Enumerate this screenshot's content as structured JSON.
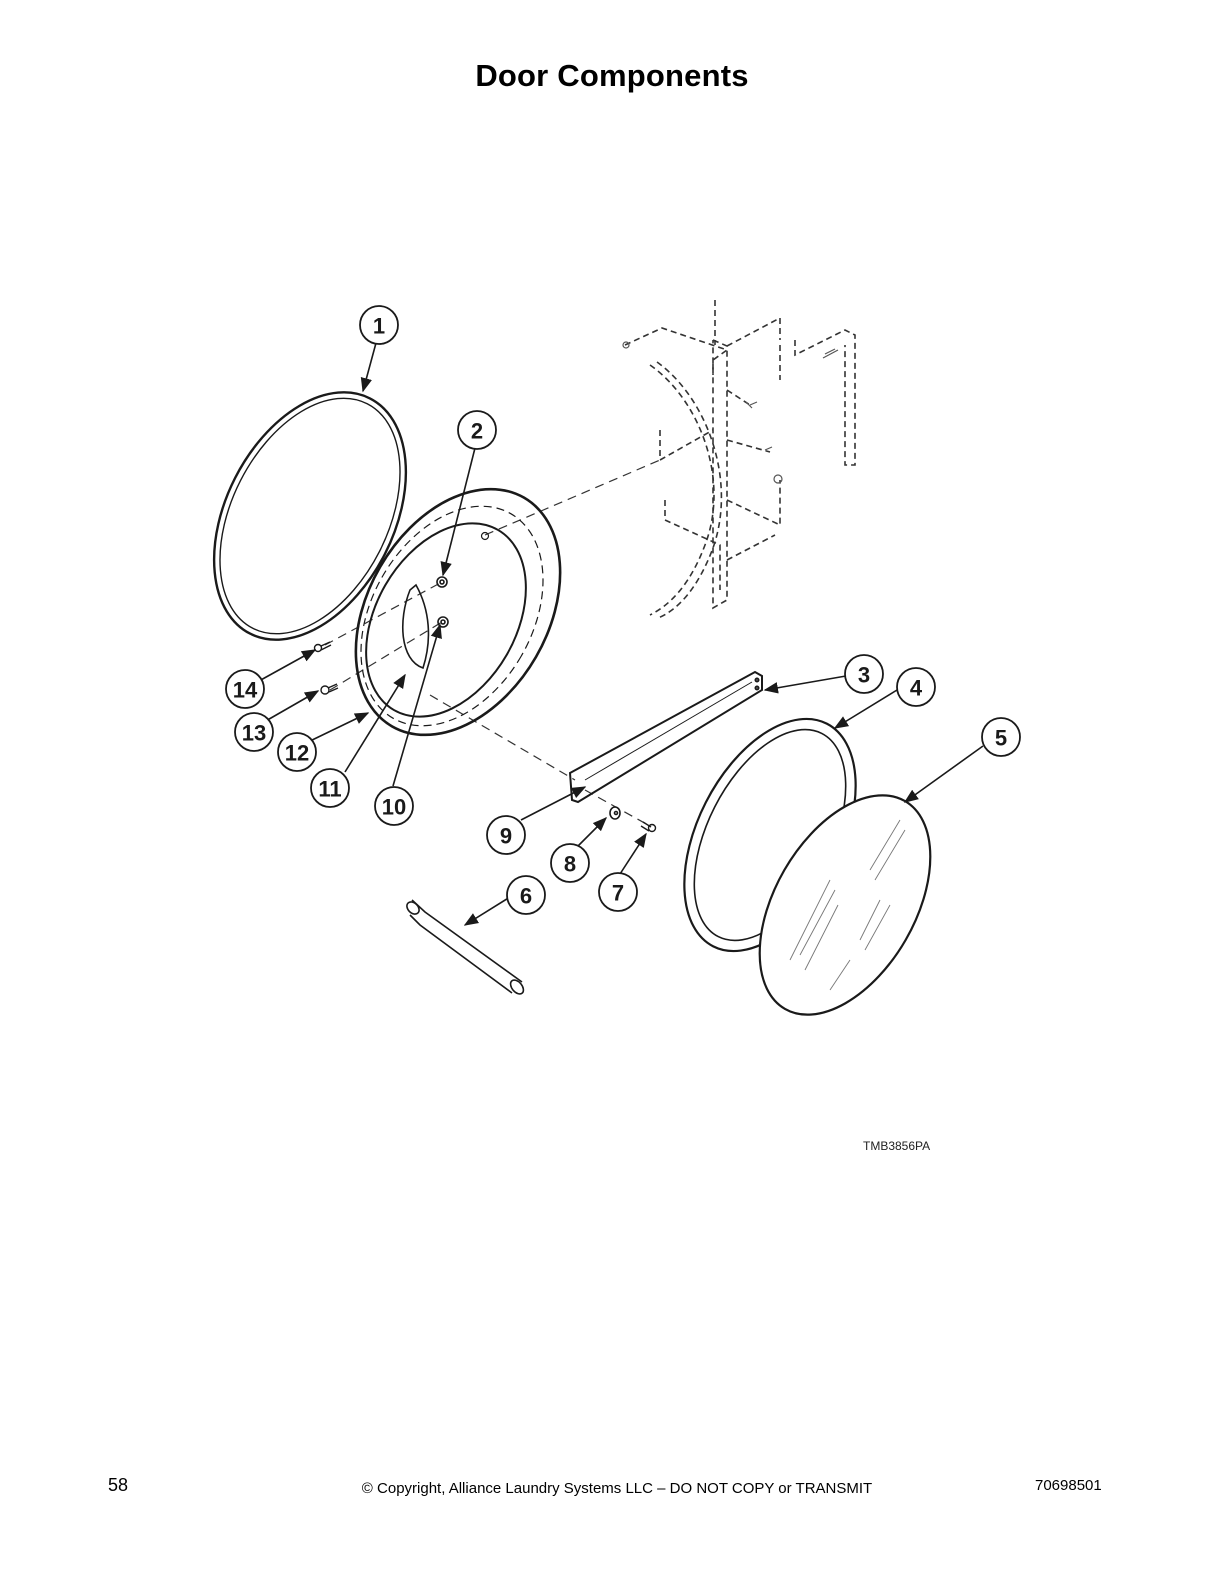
{
  "page": {
    "title": "Door Components",
    "figure_id": "TMB3856PA",
    "footer": {
      "page_number": "58",
      "copyright": "© Copyright, Alliance Laundry Systems LLC – DO NOT COPY or TRANSMIT",
      "document_number": "70698501"
    }
  },
  "diagram": {
    "type": "exploded-parts-view",
    "callouts": [
      {
        "number": "1",
        "label": "1"
      },
      {
        "number": "2",
        "label": "2"
      },
      {
        "number": "3",
        "label": "3"
      },
      {
        "number": "4",
        "label": "4"
      },
      {
        "number": "5",
        "label": "5"
      },
      {
        "number": "6",
        "label": "6"
      },
      {
        "number": "7",
        "label": "7"
      },
      {
        "number": "8",
        "label": "8"
      },
      {
        "number": "9",
        "label": "9"
      },
      {
        "number": "10",
        "label": "10"
      },
      {
        "number": "11",
        "label": "11"
      },
      {
        "number": "12",
        "label": "12"
      },
      {
        "number": "13",
        "label": "13"
      },
      {
        "number": "14",
        "label": "14"
      }
    ],
    "colors": {
      "line": "#1a1a1a",
      "background": "#ffffff"
    }
  }
}
